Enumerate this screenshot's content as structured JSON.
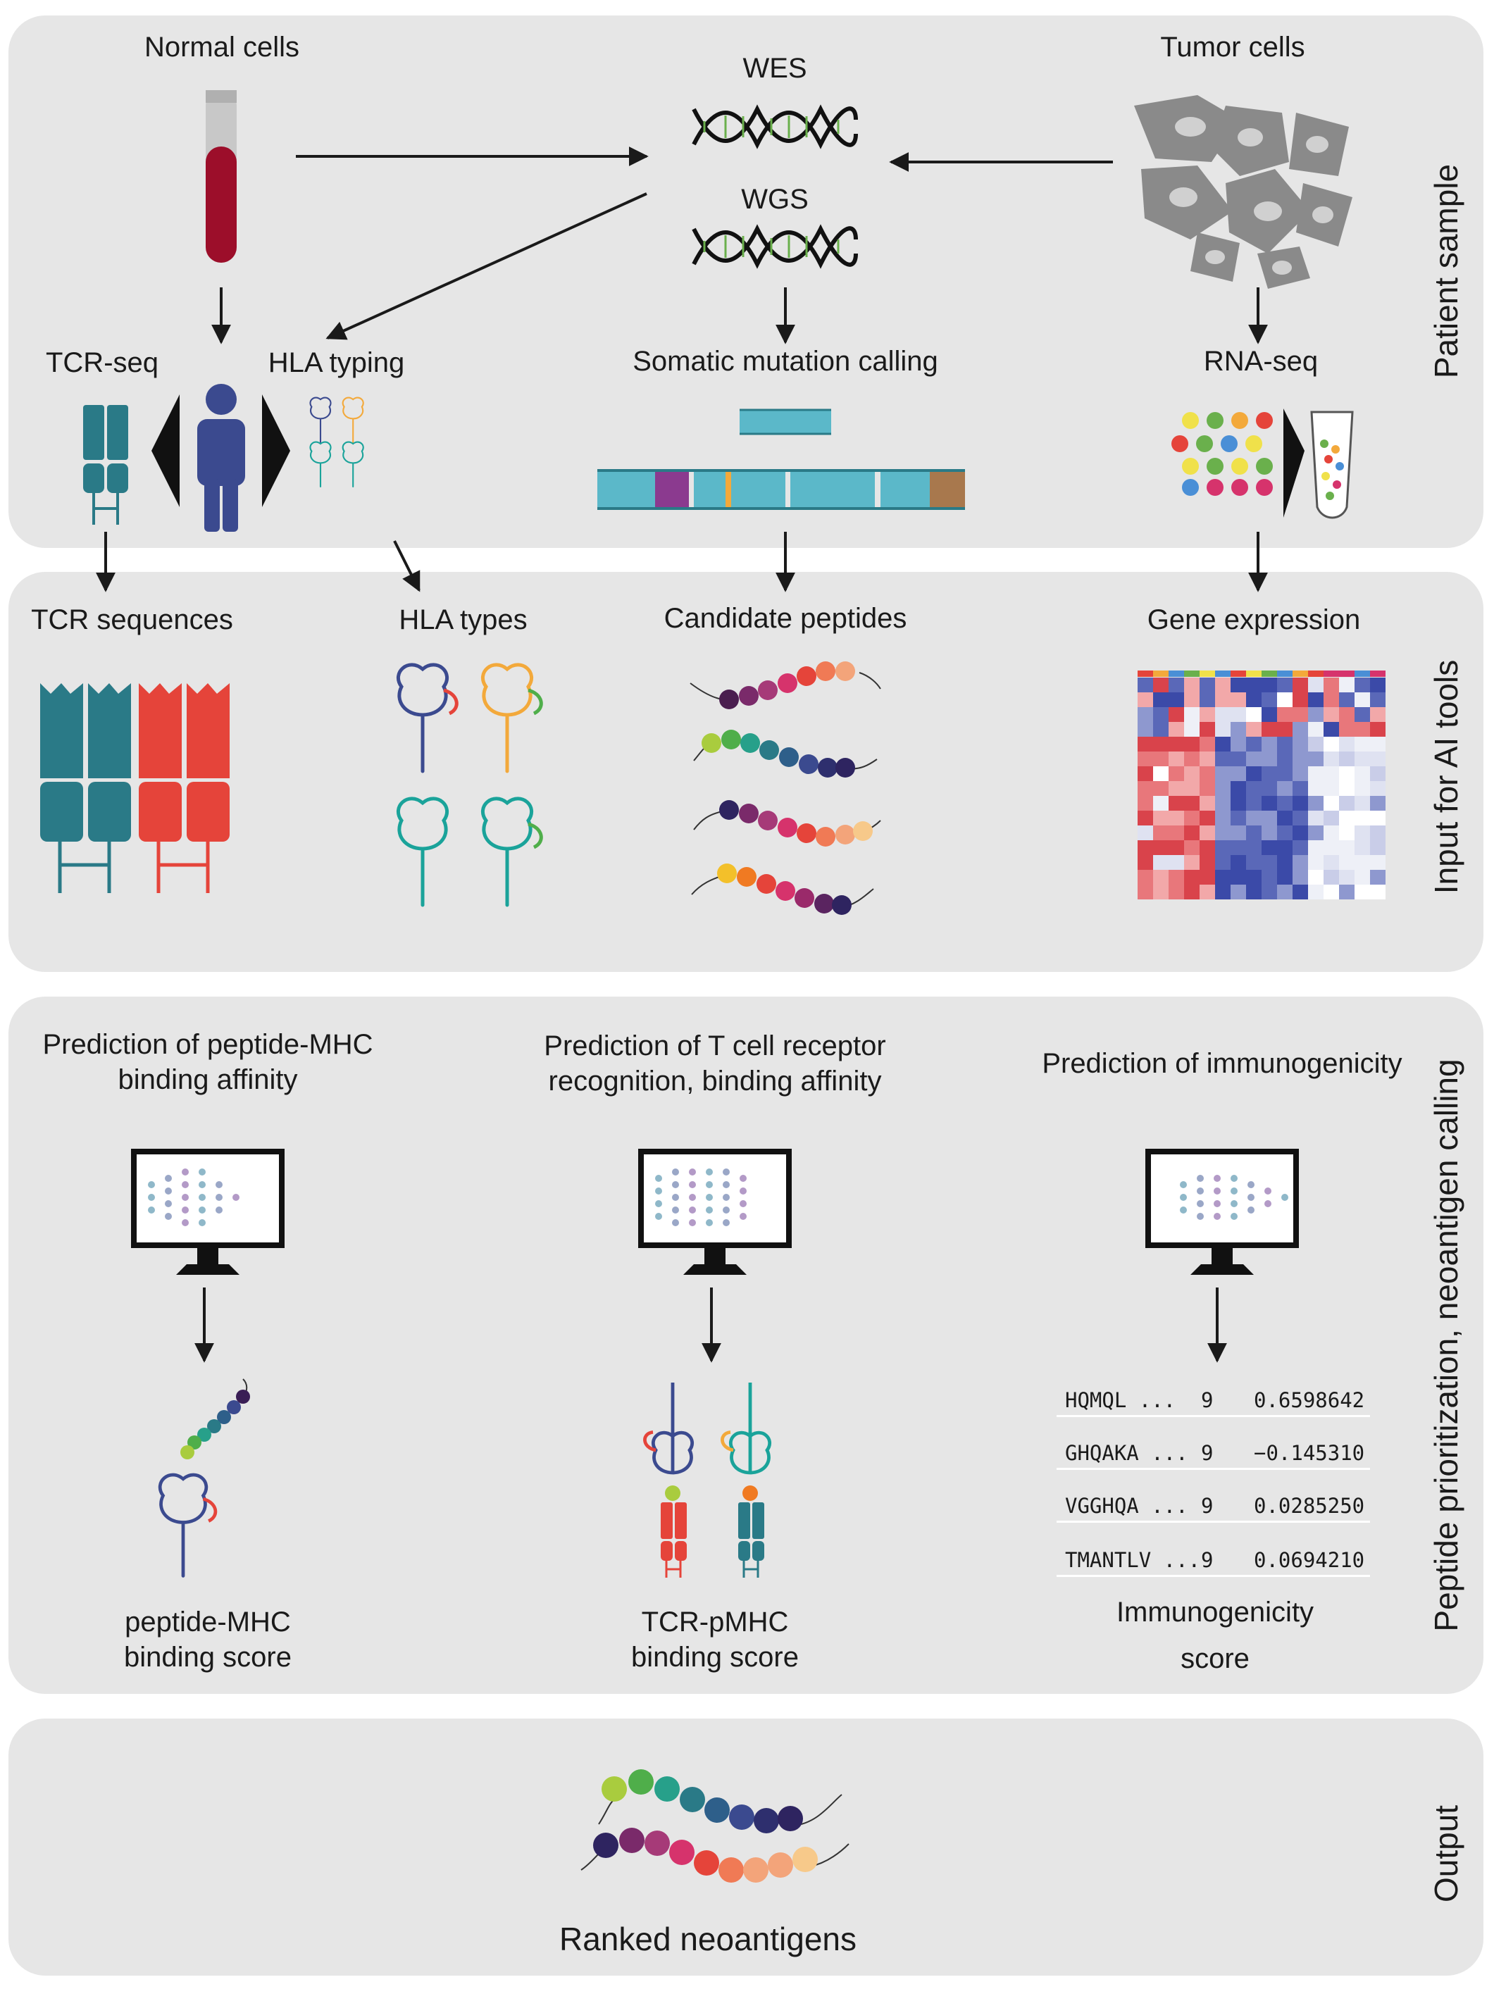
{
  "panels": {
    "patient_sample": {
      "side_label": "Patient sample",
      "normal_cells": "Normal cells",
      "wes": "WES",
      "wgs": "WGS",
      "tumor_cells": "Tumor cells",
      "tcr_seq": "TCR-seq",
      "hla_typing": "HLA typing",
      "somatic_mutation_calling": "Somatic mutation calling",
      "rna_seq": "RNA-seq"
    },
    "input": {
      "side_label": "Input for AI tools",
      "tcr_sequences": "TCR sequences",
      "hla_types": "HLA types",
      "candidate_peptides": "Candidate peptides",
      "gene_expression": "Gene expression"
    },
    "prediction": {
      "side_label": "Peptide prioritization, neoantigen calling",
      "pmhc_title": "Prediction of peptide-MHC binding affinity",
      "tcr_title": "Prediction of T cell receptor recognition, binding affinity",
      "immuno_title": "Prediction of immunogenicity",
      "pmhc_score": "peptide-MHC binding score",
      "tcr_score": "TCR-pMHC binding score",
      "immuno_score_line1": "Immunogenicity",
      "immuno_score_line2": "score",
      "immunogenicity_table": [
        {
          "peptide": "HQMQL ...",
          "length": "9",
          "score": "0.6598642"
        },
        {
          "peptide": "GHQAKA ...",
          "length": "9",
          "score": "−0.145310"
        },
        {
          "peptide": "VGGHQA ...",
          "length": "9",
          "score": "0.0285250"
        },
        {
          "peptide": "TMANTLV ...",
          "length": "9",
          "score": "0.0694210"
        }
      ]
    },
    "output": {
      "side_label": "Output",
      "ranked_neoantigens": "Ranked neoantigens"
    }
  },
  "colors": {
    "panel_bg": "#e6e6e6",
    "teal": "#2a7a87",
    "red": "#e5443a",
    "navy": "#3b4a8f",
    "orange": "#f3a93b",
    "green": "#4fae4a",
    "blood": "#9c0e2a"
  }
}
